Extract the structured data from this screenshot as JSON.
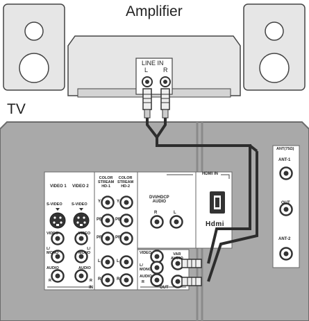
{
  "amplifier": {
    "title": "Amplifier",
    "line_in": "LINE IN",
    "left": "L",
    "right": "R"
  },
  "tv": {
    "title": "TV",
    "video_columns": [
      "VIDEO 1",
      "VIDEO 2"
    ],
    "s_video": "S-VIDEO",
    "video": "VIDEO",
    "l_mono": "L/\nMONO",
    "audio": "AUDIO",
    "r": "R",
    "in_label": "IN",
    "component_headers": [
      "COLOR\nSTREAM\nHD-1",
      "COLOR\nSTREAM\nHD-2"
    ],
    "component_y": "Y",
    "component_pb": "PB",
    "component_pr": "PR",
    "component_l": "L",
    "component_r": "R",
    "dvi_title": "DVI/HDCP\nAUDIO",
    "dvi_r": "R",
    "dvi_l": "L",
    "hdmi_in": "HDMI IN",
    "hdmi_logo": "Hdmi",
    "out_video": "VIDEO",
    "out_l_mono": "L/\nMONO",
    "out_audio": "AUDIO",
    "out_r": "R",
    "var_audio": "VAR\nAUDIO",
    "out_label": "OUT",
    "ant_title": "ANT(75Ω)",
    "ant1": "ANT-1",
    "ant_out": "OUT",
    "ant2": "ANT-2"
  },
  "colors": {
    "panel": "#a9a9a9",
    "panel_edge": "#6b6b6b",
    "cable": "#2d2d2d",
    "speaker_fill": "#e6e6e6",
    "jack_dark": "#333333"
  }
}
